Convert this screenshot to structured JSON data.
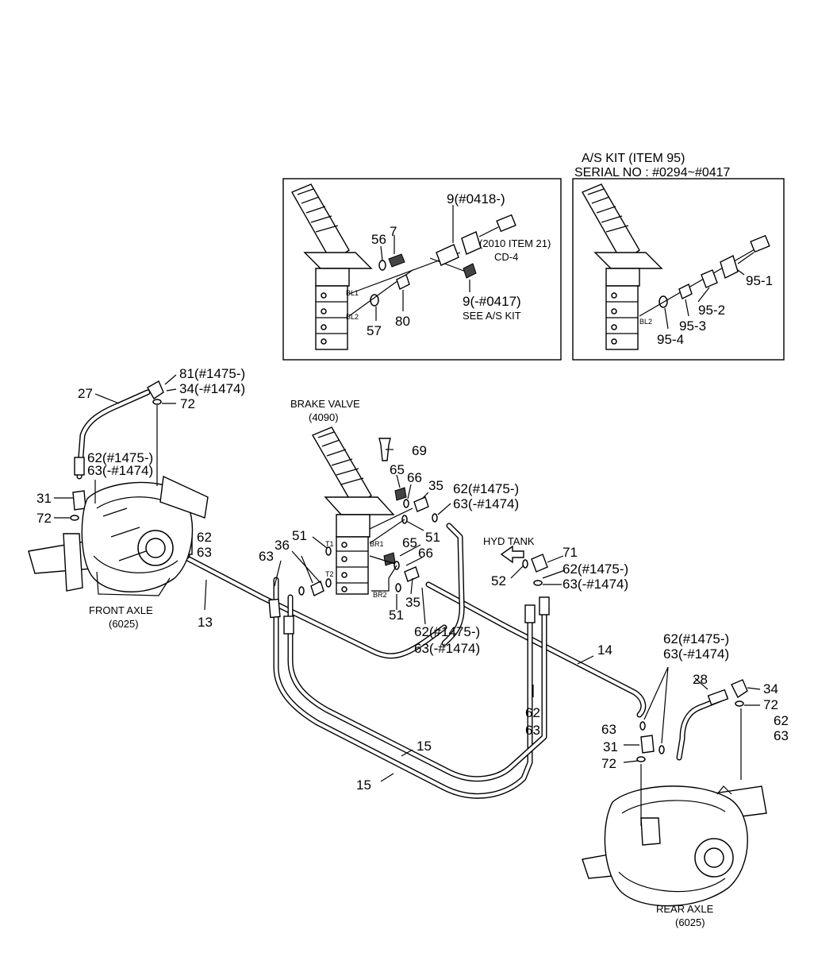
{
  "kit": {
    "title": "A/S KIT (ITEM 95)",
    "serial": "SERIAL NO : #0294~#0417"
  },
  "assemblies": {
    "brake_valve": "BRAKE VALVE",
    "brake_valve_code": "(4090)",
    "front_axle": "FRONT AXLE",
    "front_axle_code": "(6025)",
    "rear_axle": "REAR AXLE",
    "rear_axle_code": "(6025)",
    "hyd_tank": "HYD TANK"
  },
  "inset_left": {
    "p9_new": "9(#0418-)",
    "p2010": "(2010 ITEM 21)",
    "cd4": "CD-4",
    "p56": "56",
    "p7": "7",
    "p57": "57",
    "p80": "80",
    "p9_old": "9(-#0417)",
    "see_as_kit": "SEE A/S KIT",
    "bl1": "BL1",
    "bl2": "BL2"
  },
  "inset_right": {
    "p95_1": "95-1",
    "p95_2": "95-2",
    "p95_3": "95-3",
    "p95_4": "95-4",
    "bl2": "BL2"
  },
  "ports": {
    "br1": "BR1",
    "br2": "BR2",
    "t1": "T1",
    "t2": "T2"
  },
  "callouts": {
    "c81": "81(#1475-)",
    "c34a": "34(-#1474)",
    "c27": "27",
    "c72a": "72",
    "c62a": "62(#1475-)",
    "c63a": "63(-#1474)",
    "c31a": "31",
    "c72b": "72",
    "c62b": "62",
    "c63b": "63",
    "c13": "13",
    "c69": "69",
    "c65a": "65",
    "c66a": "66",
    "c35a": "35",
    "c62c": "62(#1475-)",
    "c63c": "63(-#1474)",
    "c51a": "51",
    "c36": "36",
    "c63d": "63",
    "c51b": "51",
    "c65b": "65",
    "c66b": "66",
    "c35b": "35",
    "c51c": "51",
    "c62d": "62(#1475-)",
    "c63e": "63(-#1474)",
    "c71": "71",
    "c52": "52",
    "c62e": "62(#1475-)",
    "c63f": "63(-#1474)",
    "c14": "14",
    "c62f": "62(#1475-)",
    "c63g": "63(-#1474)",
    "c28": "28",
    "c34b": "34",
    "c72c": "72",
    "c62g": "62",
    "c63h": "63",
    "c62h": "62",
    "c63i": "63",
    "c63j": "63",
    "c31b": "31",
    "c72d": "72",
    "c15a": "15",
    "c15b": "15"
  }
}
